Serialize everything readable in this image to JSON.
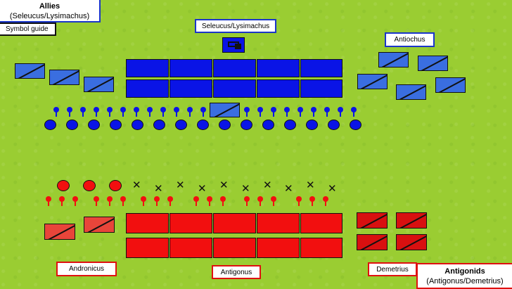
{
  "legend_allies": {
    "title": "Allies",
    "subtitle": "(Seleucus/Lysimachus)"
  },
  "symbol_guide": "Symbol guide",
  "legend_antigonids": {
    "title": "Antigonids",
    "subtitle": "(Antigonus/Demetrius)"
  },
  "labels": {
    "seleucus": "Seleucus/Lysimachus",
    "antiochus": "Antiochus",
    "andronicus": "Andronicus",
    "antigonus": "Antigonus",
    "demetrius": "Demetrius"
  },
  "colors": {
    "grass": "#9acd32",
    "allies_blue": "#0a14e6",
    "allies_cavalry": "#3a6ee0",
    "antigonid_red": "#f20f0f",
    "antigonid_cavalry": "#e8453a"
  },
  "icons": {
    "general": "general-flag-icon",
    "infantry_block": "phalanx-block-icon",
    "cavalry": "cavalry-icon",
    "elephant": "elephant-icon",
    "light_infantry": "skirmisher-icon",
    "caltrop": "caltrop-icon"
  }
}
